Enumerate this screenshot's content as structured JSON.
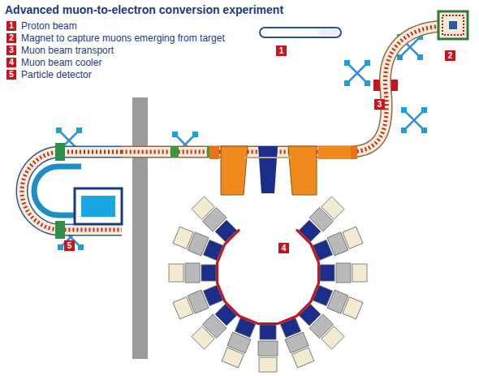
{
  "diagram": {
    "title": "Advanced muon-to-electron conversion experiment",
    "labels": [
      "1",
      "2",
      "3",
      "4",
      "5",
      "1",
      "2",
      "3",
      "4",
      "5"
    ],
    "legend": [
      {
        "text": "Proton beam",
        "color": "#c4161c"
      },
      {
        "text": "Magnet to capture muons emerging from target",
        "color": "#c4161c"
      },
      {
        "text": "Muon beam transport",
        "color": "#c4161c"
      },
      {
        "text": "Muon beam cooler",
        "color": "#c4161c"
      },
      {
        "text": "Particle detector",
        "color": "#c4161c"
      }
    ]
  }
}
